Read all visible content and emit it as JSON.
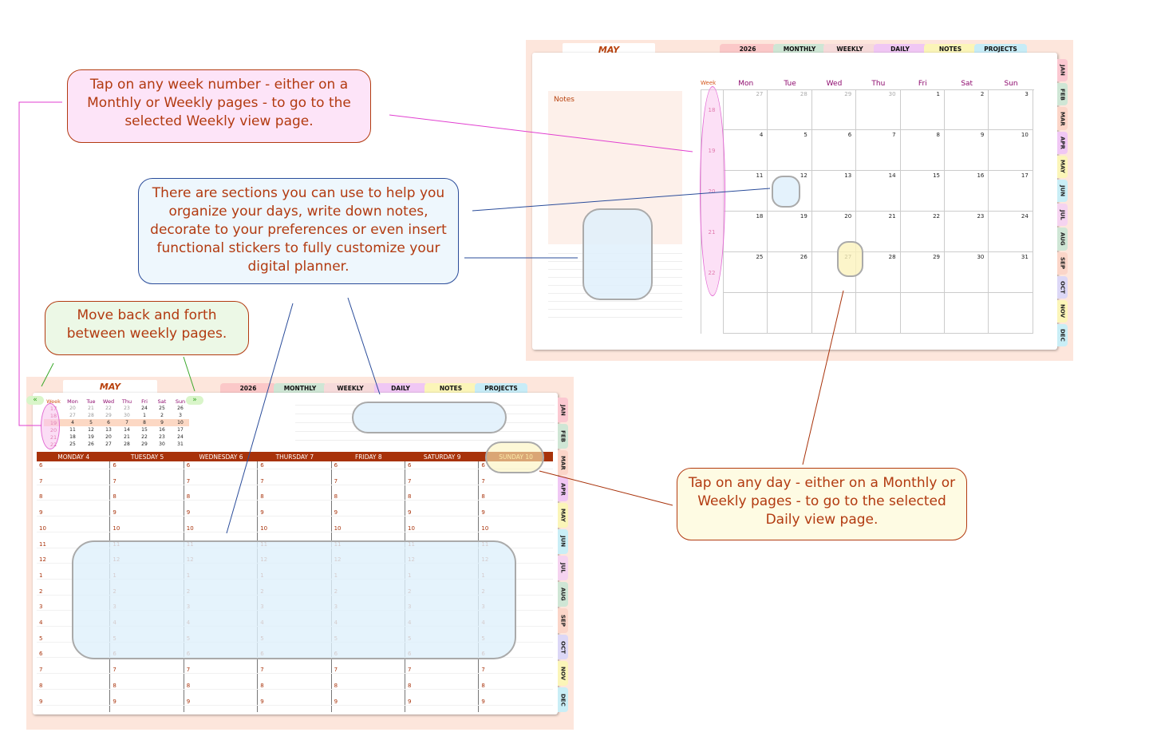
{
  "callouts": {
    "week_number": "Tap on any week number - either on a Monthly or Weekly pages -  to go to the selected Weekly view page.",
    "sections": "There are sections you can use to help you organize your days, write down notes, decorate to your preferences or even insert functional stickers to fully customize your digital planner.",
    "navigate": "Move back and forth between weekly pages.",
    "day": "Tap on any day - either on a Monthly or Weekly pages -  to go to the selected Daily view page."
  },
  "colors": {
    "accent": "#b23a10",
    "page_bg": "#fde6dc",
    "highlight_pink": "#f9c6ef",
    "highlight_blue": "#dff0fb",
    "highlight_yellow": "#fbf3bd"
  },
  "monthly": {
    "title": "MAY",
    "notes_label": "Notes",
    "week_label": "Week",
    "tabs": [
      "2026",
      "MONTHLY",
      "WEEKLY",
      "DAILY",
      "NOTES",
      "PROJECTS"
    ],
    "day_headers": [
      "Mon",
      "Tue",
      "Wed",
      "Thu",
      "Fri",
      "Sat",
      "Sun"
    ],
    "weeks": [
      "18",
      "19",
      "20",
      "21",
      "22"
    ],
    "rows": [
      [
        "27",
        "28",
        "29",
        "30",
        "1",
        "2",
        "3"
      ],
      [
        "4",
        "5",
        "6",
        "7",
        "8",
        "9",
        "10"
      ],
      [
        "11",
        "12",
        "13",
        "14",
        "15",
        "16",
        "17"
      ],
      [
        "18",
        "19",
        "20",
        "21",
        "22",
        "23",
        "24"
      ],
      [
        "25",
        "26",
        "27",
        "28",
        "29",
        "30",
        "31"
      ]
    ]
  },
  "months": [
    "JAN",
    "FEB",
    "MAR",
    "APR",
    "MAY",
    "JUN",
    "JUL",
    "AUG",
    "SEP",
    "OCT",
    "NOV",
    "DEC"
  ],
  "weekly": {
    "title": "MAY",
    "tabs": [
      "2026",
      "MONTHLY",
      "WEEKLY",
      "DAILY",
      "NOTES",
      "PROJECTS"
    ],
    "nav_prev": "«",
    "nav_next": "»",
    "mini_headers": [
      "Week",
      "Mon",
      "Tue",
      "Wed",
      "Thu",
      "Fri",
      "Sat",
      "Sun"
    ],
    "mini_weeks": [
      "17",
      "18",
      "19",
      "20",
      "21",
      "22"
    ],
    "mini_rows": [
      [
        "20",
        "21",
        "22",
        "23",
        "24",
        "25",
        "26"
      ],
      [
        "27",
        "28",
        "29",
        "30",
        "1",
        "2",
        "3"
      ],
      [
        "4",
        "5",
        "6",
        "7",
        "8",
        "9",
        "10"
      ],
      [
        "11",
        "12",
        "13",
        "14",
        "15",
        "16",
        "17"
      ],
      [
        "18",
        "19",
        "20",
        "21",
        "22",
        "23",
        "24"
      ],
      [
        "25",
        "26",
        "27",
        "28",
        "29",
        "30",
        "31"
      ]
    ],
    "days": [
      "MONDAY 4",
      "TUESDAY 5",
      "WEDNESDAY 6",
      "THURSDAY 7",
      "FRIDAY 8",
      "SATURDAY 9",
      "SUNDAY 10"
    ],
    "hours": [
      "6",
      "7",
      "8",
      "9",
      "10",
      "11",
      "12",
      "1",
      "2",
      "3",
      "4",
      "5",
      "6",
      "7",
      "8",
      "9"
    ]
  }
}
